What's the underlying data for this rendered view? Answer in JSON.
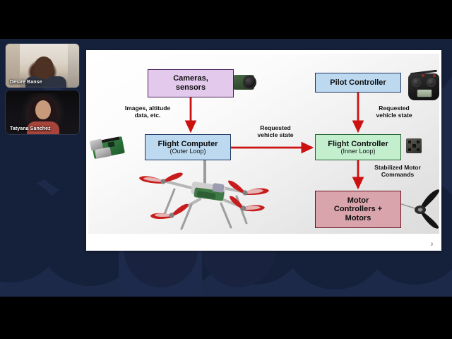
{
  "meeting": {
    "participants": [
      {
        "name": "Desire Banse"
      },
      {
        "name": "Tatyana Sanchez"
      }
    ]
  },
  "slide": {
    "page_number": "9",
    "nodes": [
      {
        "id": "cameras",
        "line1": "Cameras,",
        "line2": "sensors",
        "fill": "#e3c9ec",
        "border": "#4a1f5c"
      },
      {
        "id": "flight-computer",
        "line1": "Flight Computer",
        "line2": "(Outer Loop)",
        "fill": "#bcd9f0",
        "border": "#1f3864"
      },
      {
        "id": "pilot-controller",
        "line1": "Pilot Controller",
        "line2": "",
        "fill": "#bcd9f0",
        "border": "#1f3864"
      },
      {
        "id": "flight-controller",
        "line1": "Flight Controller",
        "line2": "(Inner Loop)",
        "fill": "#c3efcf",
        "border": "#22622f"
      },
      {
        "id": "motors",
        "line1": "Motor",
        "line2": "Controllers +",
        "line3": "Motors",
        "fill": "#d9a4ac",
        "border": "#6b1420"
      }
    ],
    "edges": [
      {
        "id": "images-altitude",
        "line1": "Images, altitude",
        "line2": "data, etc."
      },
      {
        "id": "requested-middle",
        "line1": "Requested",
        "line2": "vehicle state"
      },
      {
        "id": "requested-pilot",
        "line1": "Requested",
        "line2": "vehicle state"
      },
      {
        "id": "stabilized-motor",
        "line1": "Stabilized Motor",
        "line2": "Commands"
      }
    ],
    "arrow_color": "#cc1111",
    "props": [
      {
        "id": "camera-module",
        "label": "camera-module-photo"
      },
      {
        "id": "raspberry-pi",
        "label": "raspberry-pi-board-photo"
      },
      {
        "id": "rc-transmitter",
        "label": "rc-transmitter-photo"
      },
      {
        "id": "flight-controller-board",
        "label": "flight-controller-board-photo"
      },
      {
        "id": "quadcopter",
        "label": "quadcopter-drone-photo"
      },
      {
        "id": "propeller",
        "label": "propeller-motor-photo"
      }
    ]
  }
}
